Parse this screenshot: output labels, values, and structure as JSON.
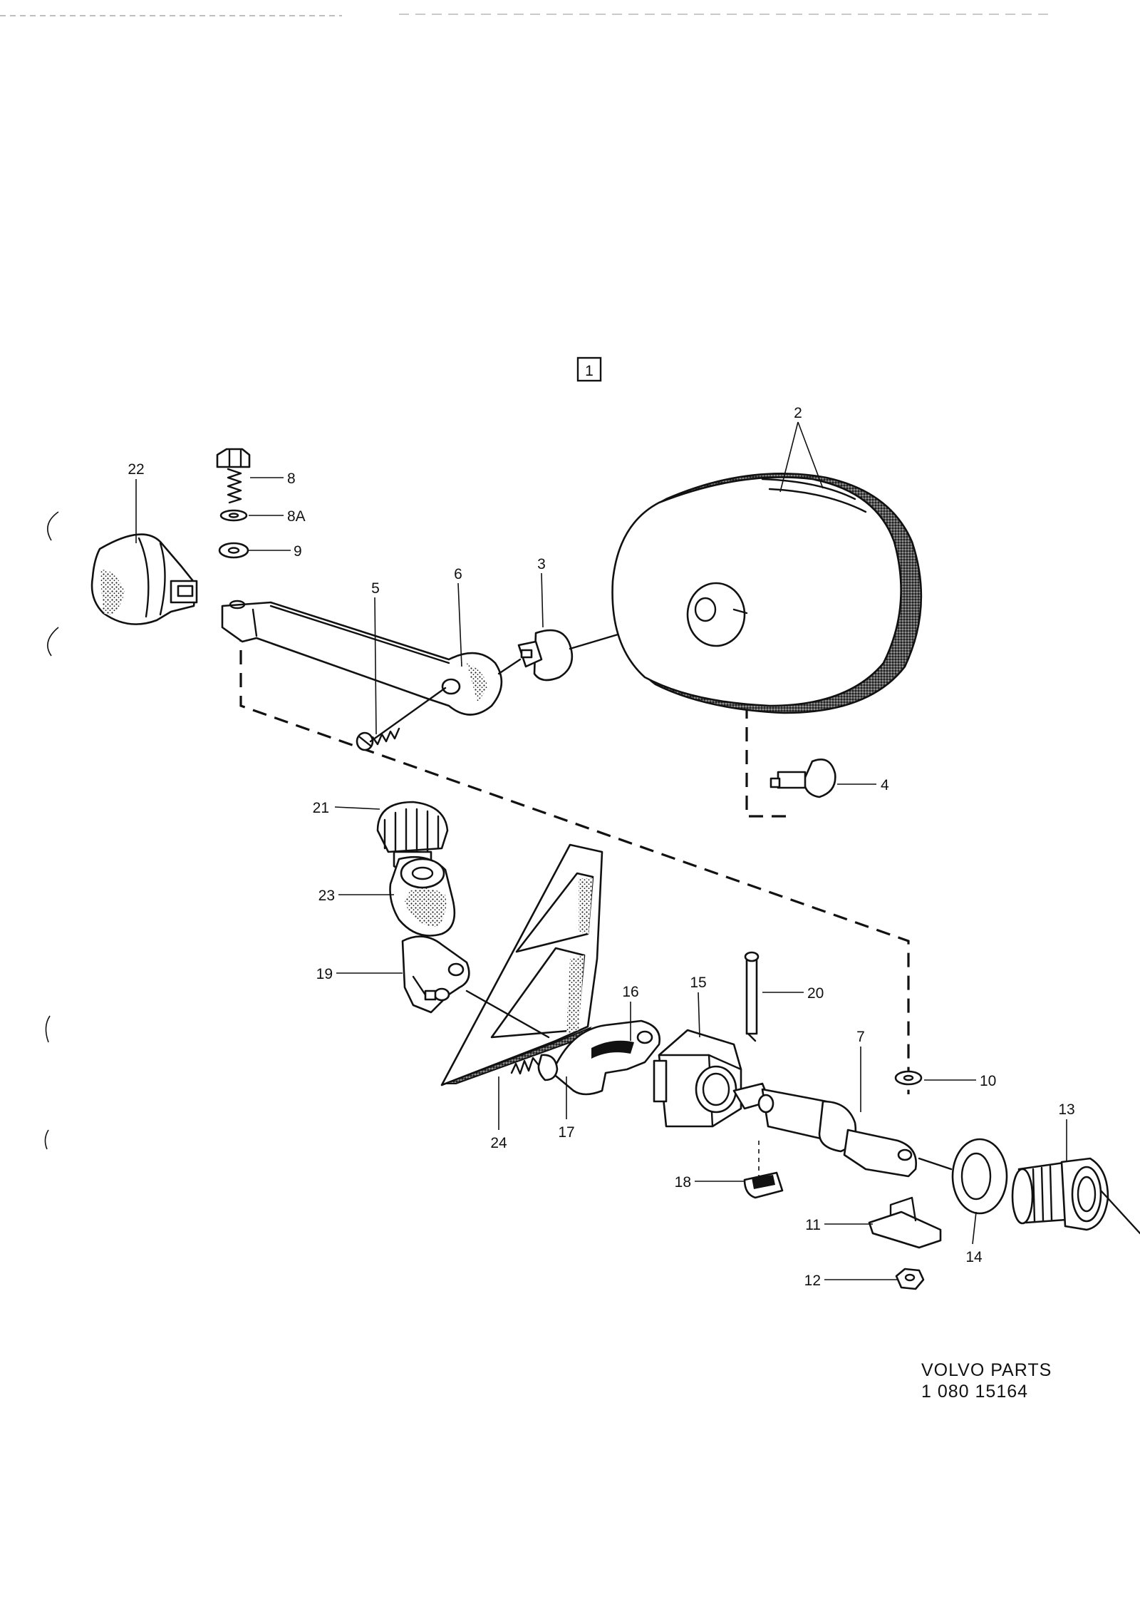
{
  "diagram": {
    "view_number": "1",
    "footer": {
      "line1": "VOLVO PARTS",
      "line2": "1 080  15164"
    },
    "callouts": {
      "c1": "1",
      "c2": "2",
      "c3": "3",
      "c4": "4",
      "c5": "5",
      "c6": "6",
      "c7": "7",
      "c8": "8",
      "c8a": "8A",
      "c9": "9",
      "c10": "10",
      "c11": "11",
      "c12": "12",
      "c13": "13",
      "c14": "14",
      "c15": "15",
      "c16": "16",
      "c17": "17",
      "c18": "18",
      "c19": "19",
      "c20": "20",
      "c21": "21",
      "c22": "22",
      "c23": "23",
      "c24": "24"
    },
    "colors": {
      "ink": "#111111",
      "paper": "#ffffff"
    }
  }
}
